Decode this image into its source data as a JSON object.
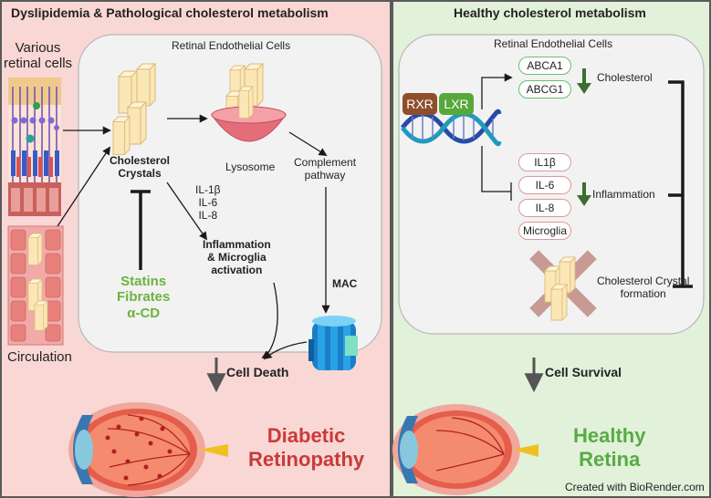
{
  "left_panel": {
    "title": "Dyslipidemia & Pathological cholesterol metabolism",
    "various_cells": "Various\nretinal cells",
    "circulation": "Circulation",
    "cell_box_label": "Retinal Endothelial Cells",
    "crystals_label": "Cholesterol\nCrystals",
    "lysosome_label": "Lysosome",
    "complement_label": "Complement\npathway",
    "cytokines": "IL-1β\nIL-6\nIL-8",
    "inflammation_label": "Inflammation\n& Microglia\nactivation",
    "mac_label": "MAC",
    "drugs": "Statins\nFibrates\nα-CD",
    "cell_death": "Cell Death",
    "outcome": "Diabetic\nRetinopathy"
  },
  "right_panel": {
    "title": "Healthy cholesterol metabolism",
    "cell_box_label": "Retinal Endothelial Cells",
    "rxr": "RXR",
    "lxr": "LXR",
    "transporters": [
      "ABCA1",
      "ABCG1"
    ],
    "cholesterol_label": "Cholesterol",
    "cytokines": [
      "IL1β",
      "IL-6",
      "IL-8",
      "Microglia"
    ],
    "inflammation_label": "Inflammation",
    "crystal_label": "Cholesterol Crystal\nformation",
    "cell_survival": "Cell Survival",
    "outcome": "Healthy\nRetina",
    "credit": "Created with BioRender.com"
  },
  "colors": {
    "left_bg": "#f8d7d5",
    "right_bg": "#e1f1da",
    "disease_red": "#c93a3a",
    "healthy_green": "#58ab44",
    "drug_green": "#6cb33f",
    "inhibit_green": "#3d6e30",
    "rxr_brown": "#8f4f2a",
    "lxr_green": "#57a83a"
  }
}
